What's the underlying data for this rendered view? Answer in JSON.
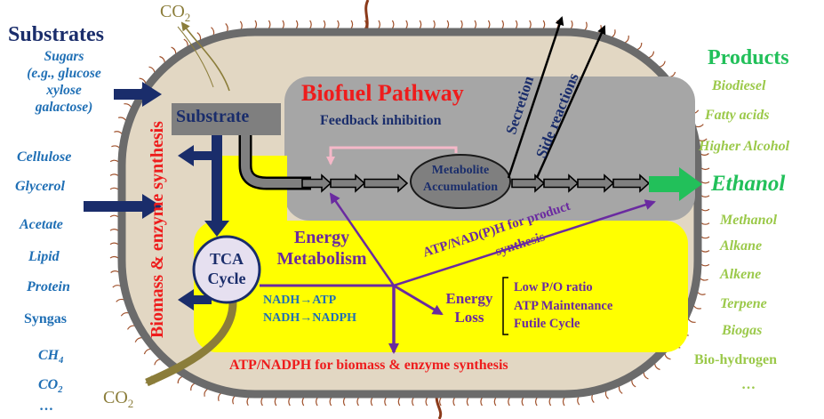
{
  "colors": {
    "substrate_blue": "#1f6fb5",
    "dark_navy": "#1a2d6b",
    "product_green": "#9bc94a",
    "ethanol_green": "#22c05a",
    "title_red": "#ee1c1c",
    "energy_purple": "#6a2aa0",
    "cell_fill": "#e2d7c3",
    "cell_border": "#6b6b6b",
    "pili_color": "#a0522d",
    "pathway_gray": "#a6a6a6",
    "energy_yellow": "#ffff00",
    "co2_olive": "#8b7d3a"
  },
  "substrates": {
    "title": "Substrates",
    "sugars_lines": [
      "Sugars",
      "(e.g., glucose",
      "xylose",
      "galactose)"
    ],
    "items": [
      "Cellulose",
      "Glycerol",
      "Acetate",
      "Lipid",
      "Protein",
      "Syngas",
      "CH4",
      "CO2",
      "…"
    ]
  },
  "products": {
    "title": "Products",
    "items_top": [
      "Biodiesel",
      "Fatty acids",
      "Higher Alcohol"
    ],
    "ethanol": "Ethanol",
    "items_bottom": [
      "Methanol",
      "Alkane",
      "Alkene",
      "Terpene",
      "Biogas",
      "Bio-hydrogen",
      "…"
    ]
  },
  "co2": {
    "top": "CO2",
    "bottom": "CO2"
  },
  "cell": {
    "pathway_title": "Biofuel Pathway",
    "substrate_box": "Substrate",
    "feedback": "Feedback inhibition",
    "metabolite_lines": [
      "Metabolite",
      "Accumulation"
    ],
    "secretion": "Secretion",
    "side_reactions": "Side reactions",
    "biomass_enzyme": "Biomass & enzyme synthesis",
    "tca_lines": [
      "TCA",
      "Cycle"
    ],
    "energy_metabolism_lines": [
      "Energy",
      "Metabolism"
    ],
    "atp_product_lines": [
      "ATP/NAD(P)H  for product",
      "synthesis"
    ],
    "nadh_atp": "NADH→ATP",
    "nadh_nadph": "NADH→NADPH",
    "energy_loss_lines": [
      "Energy",
      "Loss"
    ],
    "loss_items": [
      "Low P/O ratio",
      "ATP  Maintenance",
      "Futile Cycle"
    ],
    "atp_biomass": "ATP/NADPH  for biomass & enzyme synthesis"
  }
}
